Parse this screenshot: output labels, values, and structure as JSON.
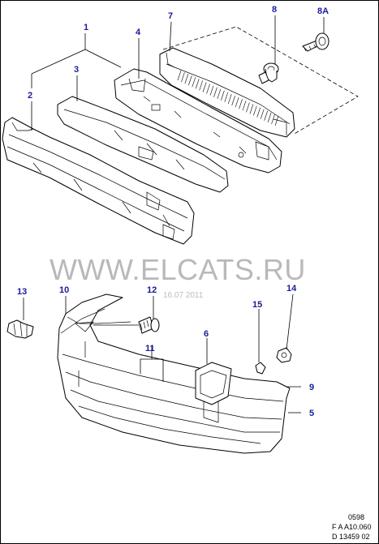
{
  "watermark": {
    "site": "WWW.ELCATS.RU",
    "date": "16.07 2011"
  },
  "callouts": {
    "c1": "1",
    "c2": "2",
    "c3": "3",
    "c4": "4",
    "c5": "5",
    "c6": "6",
    "c7": "7",
    "c8": "8",
    "c8a": "8A",
    "c9": "9",
    "c10": "10",
    "c11": "11",
    "c12": "12",
    "c13": "13",
    "c14": "14",
    "c15": "15"
  },
  "codes": {
    "code1": "0598",
    "code2": "F A A10.060",
    "code3": "D 13459 02"
  },
  "colors": {
    "callout": "#1a1a9a",
    "watermark": "#b9b9b9",
    "line": "#000000"
  }
}
